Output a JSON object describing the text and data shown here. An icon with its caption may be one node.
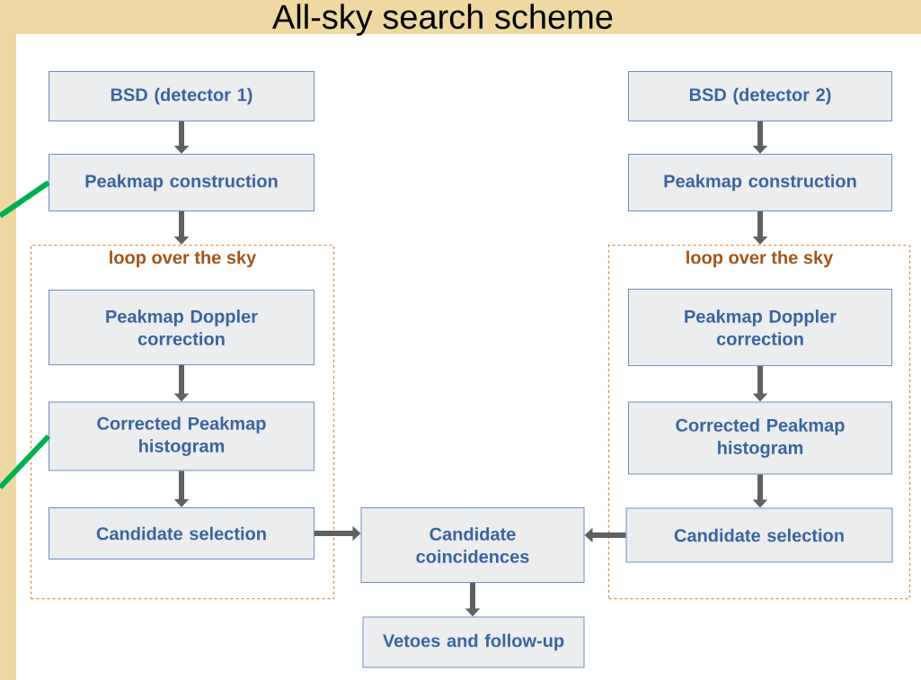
{
  "diagram": {
    "title": "All-sky search scheme",
    "nodes": [
      {
        "text": [
          "**BSD** (detector 1)"
        ]
      },
      {
        "text": [
          "Peakmap construction"
        ]
      },
      {
        "text": [
          "loop over the sky"
        ]
      },
      {
        "text": [
          "Peakmap Doppler correction"
        ],
        "in": 2
      },
      {
        "text": [
          "Corrected Peakmap histogram"
        ],
        "in": 2
      },
      {
        "text": [
          "Candidate selection"
        ],
        "in": 2
      },
      {
        "text": [
          "**BSD** (detector 2)"
        ]
      },
      {
        "text": [
          "Peakmap construction"
        ]
      },
      {
        "text": [
          "loop over the sky"
        ]
      },
      {
        "text": [
          "Peakmap Doppler correction"
        ],
        "in": 8
      },
      {
        "text": [
          "Corrected Peakmap histogram"
        ],
        "in": 8
      },
      {
        "text": [
          "Candidate selection"
        ],
        "in": 8
      },
      {
        "text": [
          "Candidate coincidences"
        ]
      },
      {
        "text": [
          "Vetoes and follow-up"
        ]
      }
    ],
    "edges": [
      {
        "from": 0,
        "to": 1,
        "arrow": "to"
      },
      {
        "from": 1,
        "to": 2,
        "arrow": "to"
      },
      {
        "from": 3,
        "to": 4,
        "arrow": "to"
      },
      {
        "from": 4,
        "to": 5,
        "arrow": "to"
      },
      {
        "from": 5,
        "to": 12,
        "arrow": "to"
      },
      {
        "from": 6,
        "to": 7,
        "arrow": "to"
      },
      {
        "from": 7,
        "to": 8,
        "arrow": "to"
      },
      {
        "from": 9,
        "to": 10,
        "arrow": "to"
      },
      {
        "from": 10,
        "to": 11,
        "arrow": "to"
      },
      {
        "from": 11,
        "to": 12,
        "arrow": "to"
      },
      {
        "from": 12,
        "to": 13,
        "arrow": "to"
      },
      {
        "from": null,
        "to": 1,
        "arrow": "none",
        "color": "#00b050"
      },
      {
        "from": null,
        "to": 4,
        "arrow": "none",
        "color": "#00b050"
      }
    ]
  }
}
